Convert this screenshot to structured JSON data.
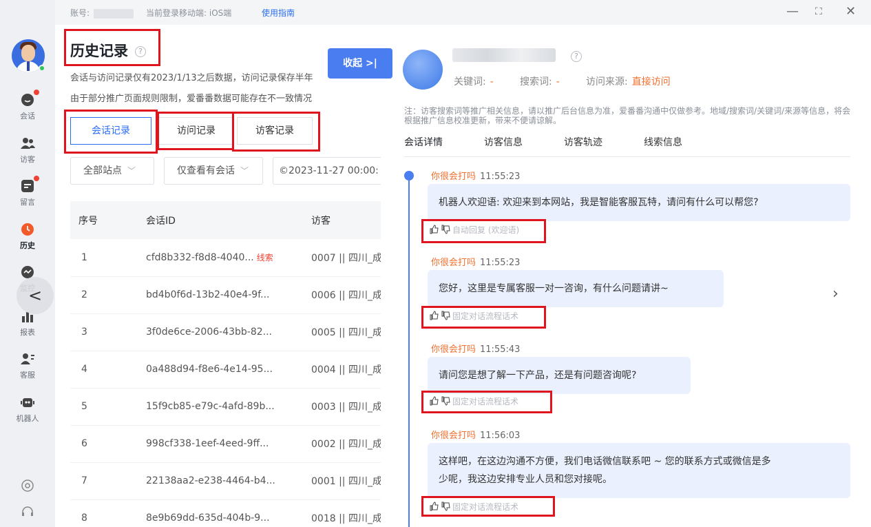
{
  "topbar": {
    "account_label": "账号:",
    "login_label": "当前登录移动端: iOS端",
    "guide_link": "使用指南",
    "minimize": "—",
    "maximize": "⛶",
    "close": "✕"
  },
  "sidenav": {
    "items": [
      {
        "label": "会话",
        "icon": "chat-icon",
        "dot": true
      },
      {
        "label": "访客",
        "icon": "users-icon",
        "dot": false
      },
      {
        "label": "留言",
        "icon": "message-icon",
        "dot": true
      },
      {
        "label": "历史",
        "icon": "history-icon",
        "dot": false,
        "active": true
      },
      {
        "label": "监控",
        "icon": "monitor-icon",
        "dot": false
      },
      {
        "label": "报表",
        "icon": "report-icon",
        "dot": false
      },
      {
        "label": "客服",
        "icon": "agent-icon",
        "dot": false
      },
      {
        "label": "机器人",
        "icon": "robot-icon",
        "dot": false
      }
    ],
    "collapse_glyph": "<"
  },
  "main": {
    "title": "历史记录",
    "help": "?",
    "notice_1": "会话与访问记录仅有2023/1/13之后数据，访问记录保存半年",
    "notice_2": "由于部分推广页面规则限制，爱番番数据可能存在不一致情况",
    "tabs": [
      "会话记录",
      "访问记录",
      "访客记录"
    ],
    "filters": {
      "site": "全部站点",
      "scope": "仅查看有会话",
      "date": "©2023-11-27 00:00:"
    },
    "table": {
      "headers": [
        "序号",
        "会话ID",
        "访客"
      ],
      "rows": [
        {
          "idx": "1",
          "sid": "cfd8b332-f8d8-4040...",
          "lead": "线索",
          "visitor": "0007 || 四川_成"
        },
        {
          "idx": "2",
          "sid": "bd4b0f6d-13b2-40e4-9f...",
          "lead": "",
          "visitor": "0006 || 四川_成"
        },
        {
          "idx": "3",
          "sid": "3f0de6ce-2006-43bb-82...",
          "lead": "",
          "visitor": "0005 || 四川_成"
        },
        {
          "idx": "4",
          "sid": "0a488d94-f8e6-4e14-95...",
          "lead": "",
          "visitor": "0004 || 四川_成"
        },
        {
          "idx": "5",
          "sid": "15f9cb85-e79c-4afd-89b...",
          "lead": "",
          "visitor": "0003 || 四川_成"
        },
        {
          "idx": "6",
          "sid": "998cf338-1eef-4eed-9ff...",
          "lead": "",
          "visitor": "0002 || 四川_成"
        },
        {
          "idx": "7",
          "sid": "22138aa2-e238-4464-b4...",
          "lead": "",
          "visitor": "0001 || 四川_成"
        },
        {
          "idx": "8",
          "sid": "8e9b69dd-635d-404b-9...",
          "lead": "",
          "visitor": "0018 || 四川_成"
        }
      ]
    }
  },
  "fold_button": "收起 >|",
  "drawer": {
    "help": "?",
    "keyword_label": "关键词:",
    "keyword_value": "-",
    "search_label": "搜索词:",
    "search_value": "-",
    "source_label": "访问来源:",
    "source_value": "直接访问",
    "note": "注：访客搜索词等推广相关信息，请以推广后台信息为准，爱番番沟通中仅做参考。地域/搜索词/关键词/来源等信息，将会根据推广信息校准更新，带来不便请谅解。",
    "tabs": [
      "会话详情",
      "访客信息",
      "访客轨迹",
      "线索信息"
    ],
    "messages": [
      {
        "sender": "你很会打吗",
        "time": "11:55:23",
        "text": "机器人欢迎语: 欢迎来到本网站，我是智能客服瓦特，请问有什么可以帮您?",
        "tag": "自动回复 (欢迎语)"
      },
      {
        "sender": "你很会打吗",
        "time": "11:55:23",
        "text": "您好，这里是专属客服一对一咨询，有什么问题请讲~",
        "tag": "固定对话流程话术"
      },
      {
        "sender": "你很会打吗",
        "time": "11:55:43",
        "text": "请问您是想了解一下产品，还是有问题咨询呢?",
        "tag": "固定对话流程话术"
      },
      {
        "sender": "你很会打吗",
        "time": "11:56:03",
        "text_1": "这样吧，在这边沟通不方便，我们电话微信联系吧 ~ 您的联系方式或微信是多",
        "text_2": "少呢，我这边安排专业人员和您对接呢。",
        "tag": "固定对话流程话术"
      }
    ],
    "next_glyph": "›"
  },
  "colors": {
    "accent": "#2a6ef5",
    "highlight": "#e0141e",
    "orange": "#f07030",
    "bubble": "#eaf0fd"
  }
}
